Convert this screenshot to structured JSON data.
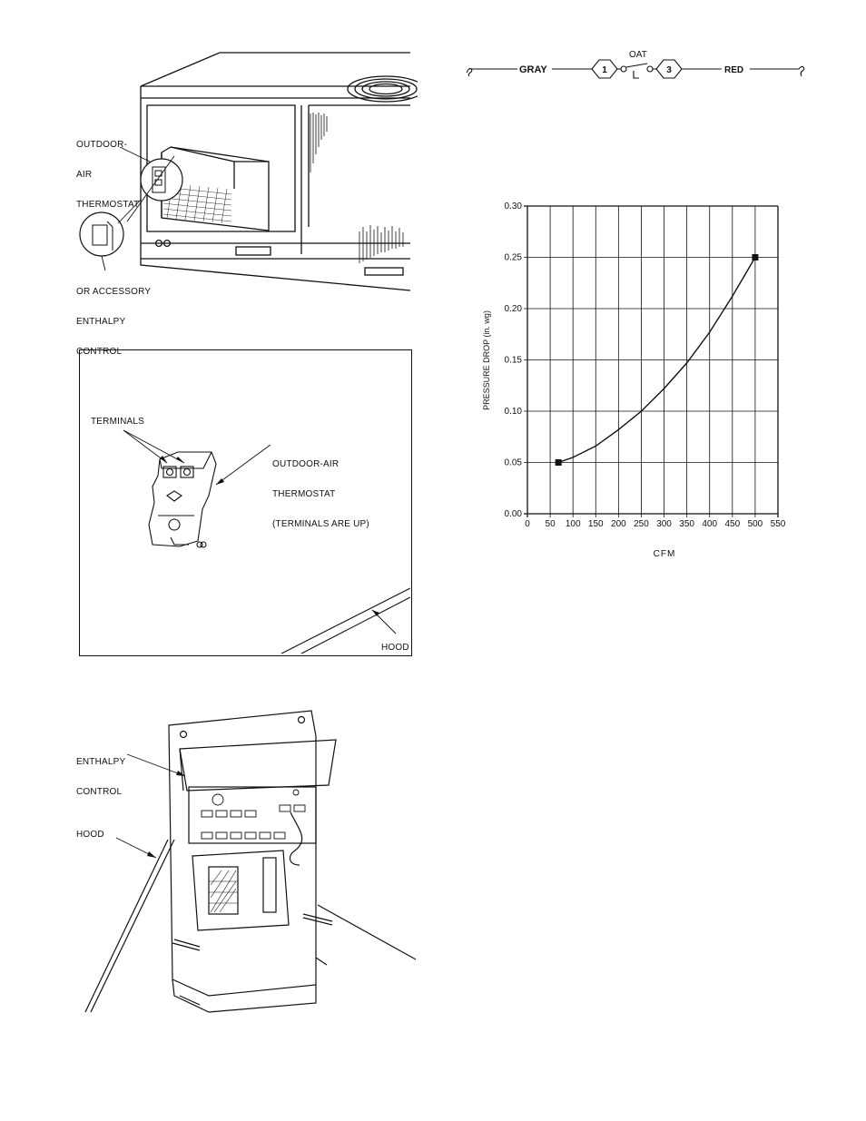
{
  "fig_unit": {
    "label_outdoor_air_thermostat": [
      "OUTDOOR-",
      "AIR",
      "THERMOSTAT"
    ],
    "label_enthalpy": [
      "OR ACCESSORY",
      "ENTHALPY",
      "CONTROL"
    ]
  },
  "fig_thermostat": {
    "terminals_label": "TERMINALS",
    "thermostat_label": [
      "OUTDOOR-AIR",
      "THERMOSTAT",
      "(TERMINALS ARE UP)"
    ],
    "hood_label": "HOOD"
  },
  "fig_wiring": {
    "left_wire": "GRAY",
    "right_wire": "RED",
    "switch_label": "OAT",
    "terminal_1": "1",
    "terminal_3": "3"
  },
  "fig_enthalpy": {
    "enthalpy_label": [
      "ENTHALPY",
      "CONTROL"
    ],
    "hood_label": "HOOD"
  },
  "chart_data": {
    "type": "line",
    "xlabel": "CFM",
    "ylabel": "PRESSURE DROP  (in. wg)",
    "xlim": [
      0,
      550
    ],
    "ylim": [
      0,
      0.3
    ],
    "x_ticks": [
      "0",
      "50",
      "100",
      "150",
      "200",
      "250",
      "300",
      "350",
      "400",
      "450",
      "500",
      "550"
    ],
    "y_ticks": [
      "0.00",
      "0.05",
      "0.10",
      "0.15",
      "0.20",
      "0.25",
      "0.30"
    ],
    "grid": true,
    "series": [
      {
        "x": [
          68,
          100,
          150,
          200,
          250,
          300,
          350,
          400,
          450,
          500
        ],
        "y": [
          0.05,
          0.055,
          0.066,
          0.082,
          0.1,
          0.122,
          0.147,
          0.177,
          0.212,
          0.25
        ]
      }
    ],
    "endpoints": [
      [
        68,
        0.05
      ],
      [
        500,
        0.25
      ]
    ]
  }
}
